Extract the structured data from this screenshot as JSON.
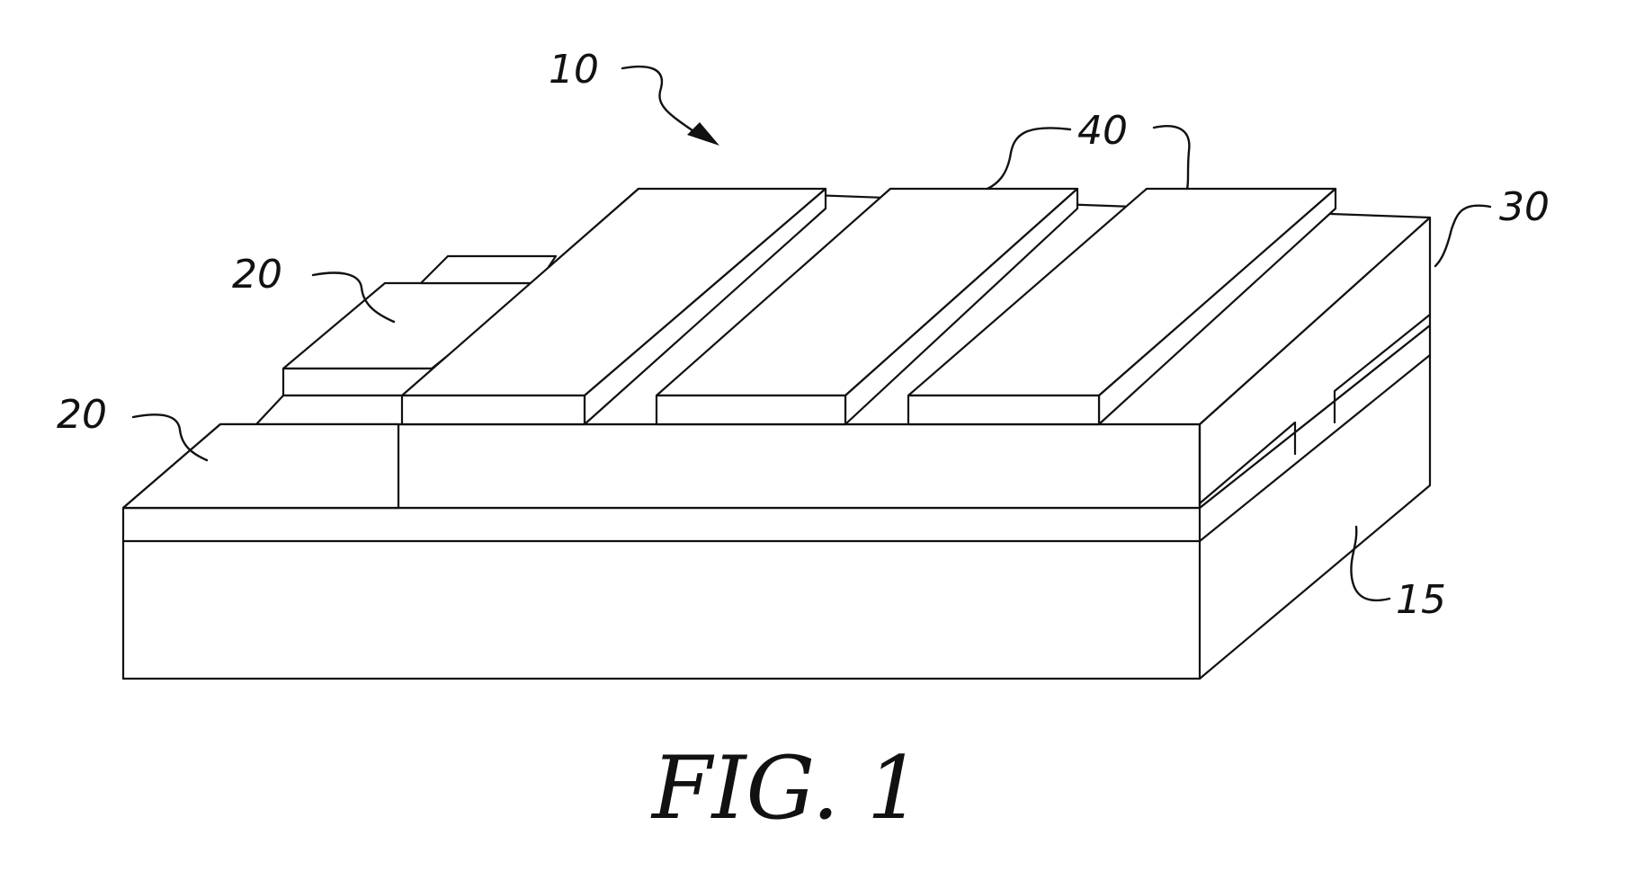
{
  "figure": {
    "caption": "FIG. 1",
    "labels": {
      "device": "10",
      "electrode_upper": "20",
      "electrode_lower": "20",
      "strips": "40",
      "layer": "30",
      "substrate": "15"
    }
  },
  "colors": {
    "ink": "#111111",
    "paper": "#ffffff"
  }
}
